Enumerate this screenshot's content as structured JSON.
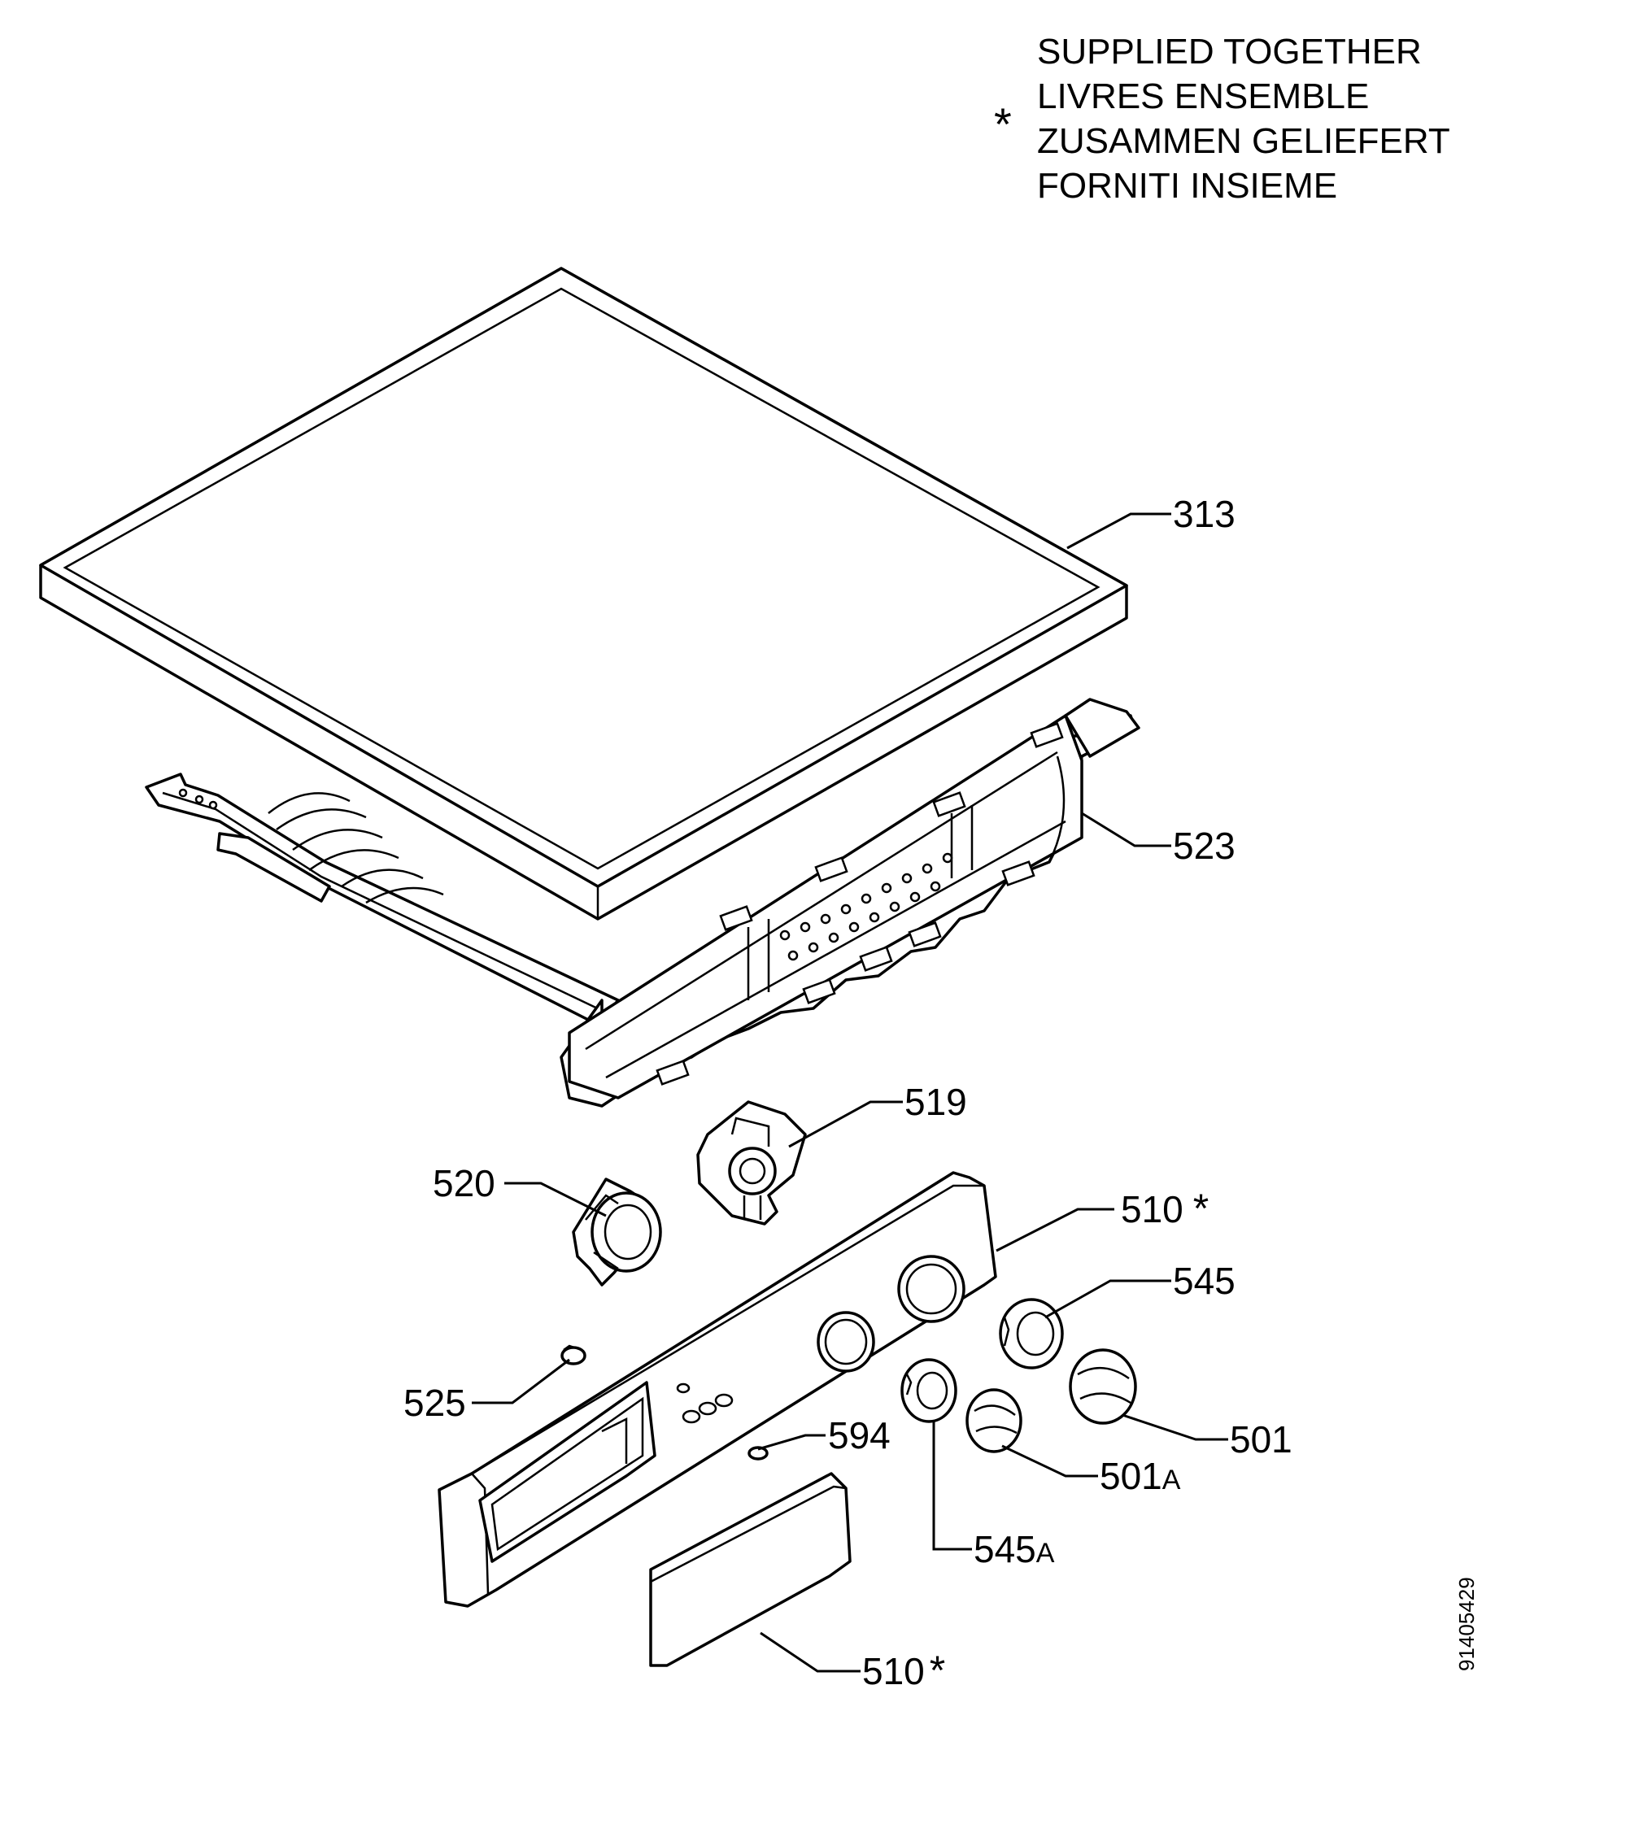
{
  "legend": {
    "symbol": "*",
    "lines": [
      "SUPPLIED TOGETHER",
      "LIVRES ENSEMBLE",
      "ZUSAMMEN GELIEFERT",
      "FORNITI INSIEME"
    ]
  },
  "callouts": {
    "c313": {
      "num": "313",
      "suffix": "",
      "star": ""
    },
    "c523": {
      "num": "523",
      "suffix": "",
      "star": ""
    },
    "c519": {
      "num": "519",
      "suffix": "",
      "star": ""
    },
    "c520": {
      "num": "520",
      "suffix": "",
      "star": ""
    },
    "c510a": {
      "num": "510",
      "suffix": "",
      "star": "*"
    },
    "c545": {
      "num": "545",
      "suffix": "",
      "star": ""
    },
    "c525": {
      "num": "525",
      "suffix": "",
      "star": ""
    },
    "c501": {
      "num": "501",
      "suffix": "",
      "star": ""
    },
    "c594": {
      "num": "594",
      "suffix": "",
      "star": ""
    },
    "c501A": {
      "num": "501",
      "suffix": "A",
      "star": ""
    },
    "c545A": {
      "num": "545",
      "suffix": "A",
      "star": ""
    },
    "c510b": {
      "num": "510",
      "suffix": "",
      "star": "*"
    }
  },
  "drawing_code": "91405429"
}
